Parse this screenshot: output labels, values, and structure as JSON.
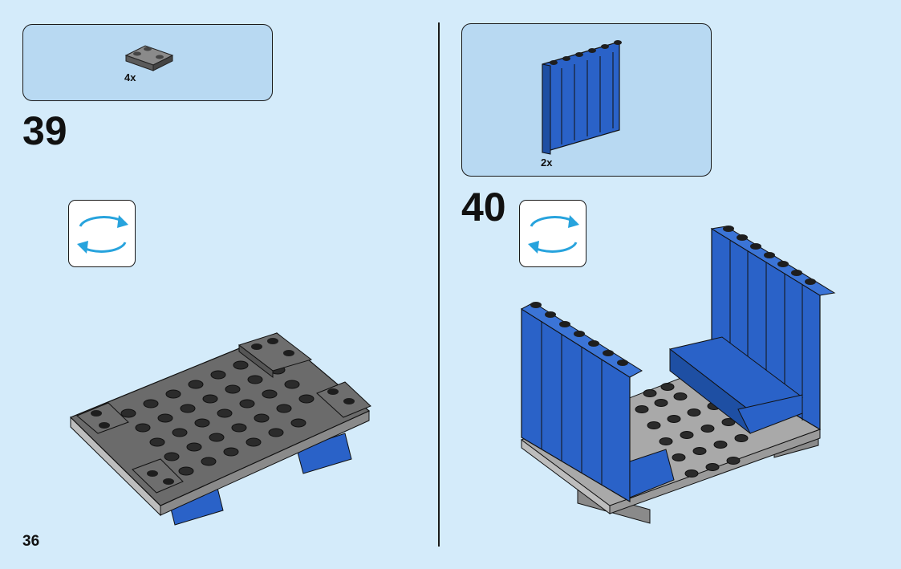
{
  "page": {
    "number": "36"
  },
  "steps": [
    {
      "number": "39",
      "parts": [
        {
          "name": "dark-grey-plate-corner",
          "quantity": "4x"
        }
      ],
      "rotate_icon": "rotate-model-icon"
    },
    {
      "number": "40",
      "parts": [
        {
          "name": "blue-panel-wall",
          "quantity": "2x"
        }
      ],
      "rotate_icon": "rotate-model-icon"
    }
  ],
  "colors": {
    "background": "#d4ebfa",
    "parts_box": "#b8d9f2",
    "brick_blue": "#2a62c8",
    "dark_grey": "#6b6b6b",
    "light_grey": "#a9a9a9",
    "arrow_blue": "#27a3dd"
  }
}
